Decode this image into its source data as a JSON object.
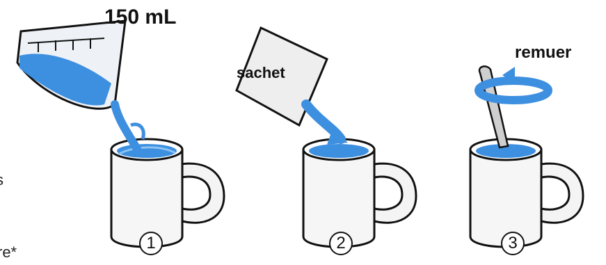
{
  "labels": {
    "volume": "150 mL",
    "sachet": "sachet",
    "stir": "remuer",
    "edge_text_left": "s",
    "footnote_partial": "re*"
  },
  "steps": [
    {
      "number": "1"
    },
    {
      "number": "2"
    },
    {
      "number": "3"
    }
  ],
  "colors": {
    "water": "#3d8fe0",
    "water_light": "#8cc4f2",
    "mug": "#f4f4f4",
    "outline": "#111111"
  }
}
